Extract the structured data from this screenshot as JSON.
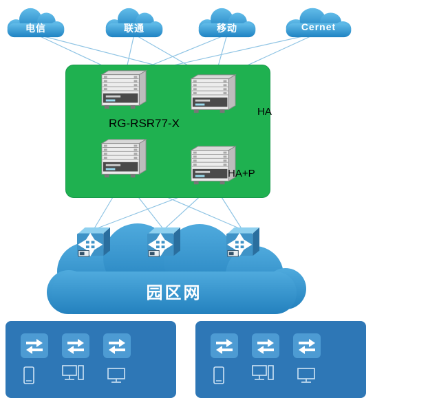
{
  "isp_clouds": [
    {
      "label": "电信"
    },
    {
      "label": "联通"
    },
    {
      "label": "移动"
    },
    {
      "label": "Cernet"
    }
  ],
  "core_group": {
    "device_label": "RG-RSR77-X",
    "ha_top_label": "HA",
    "ha_bottom_label": "HA+P"
  },
  "campus_cloud": {
    "label": "园区网"
  },
  "colors": {
    "isp_cloud_blue": "#2E96D4",
    "core_box_green": "#1FB150",
    "access_panel_blue": "#2E77B6",
    "link_line_blue": "#8FC4E4"
  }
}
